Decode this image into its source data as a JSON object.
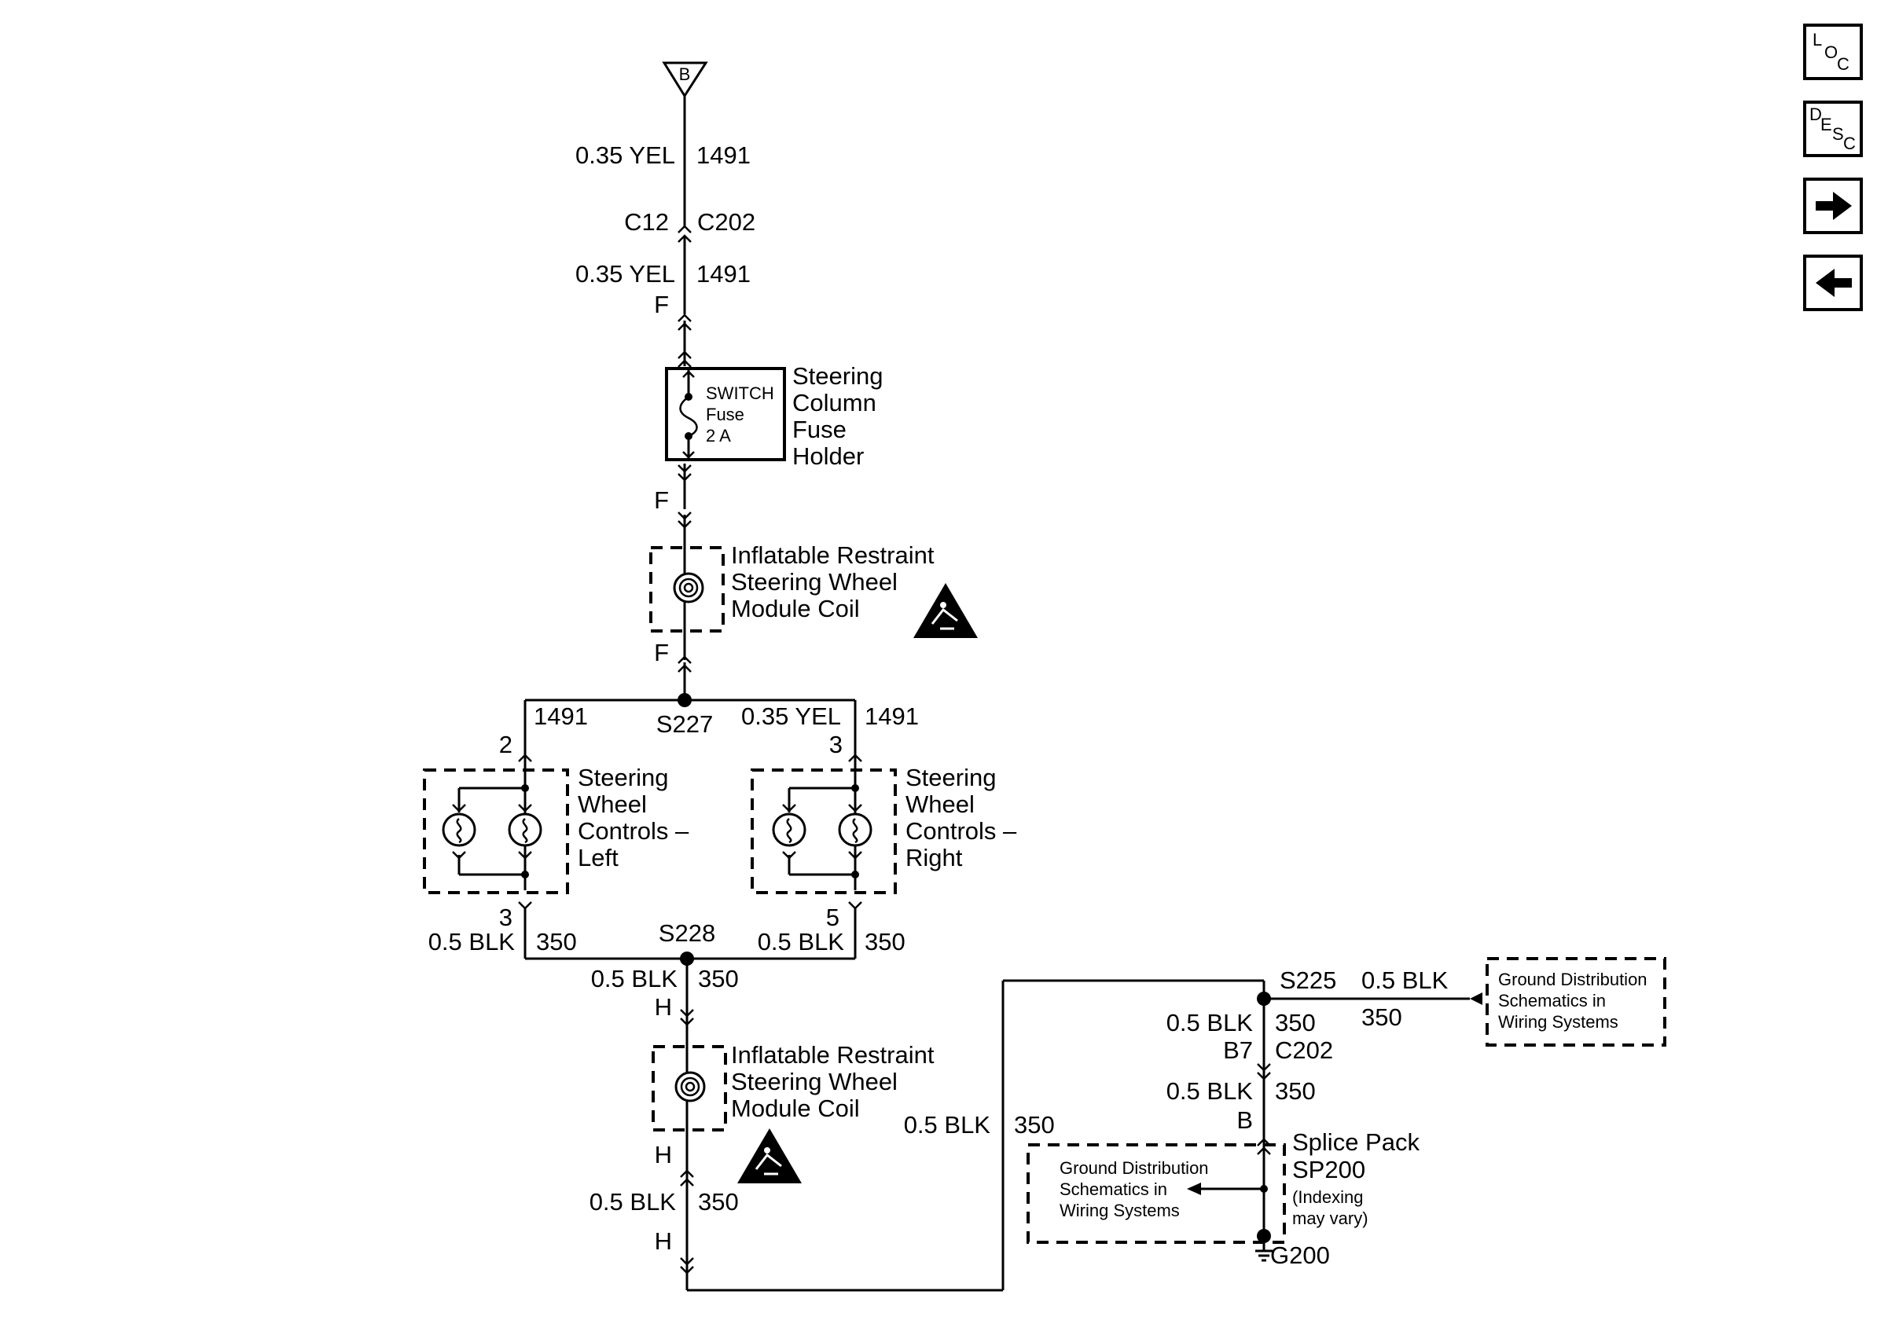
{
  "nav": {
    "loc": [
      "L",
      "O",
      "C"
    ],
    "desc": [
      "D",
      "E",
      "S",
      "C"
    ]
  },
  "top_connector": {
    "label": "B"
  },
  "wires": {
    "yel_1491_a": {
      "gauge": "0.35 YEL",
      "circuit": "1491"
    },
    "yel_1491_b": {
      "gauge": "0.35 YEL",
      "circuit": "1491"
    },
    "left_branch_circuit": "1491",
    "right_branch": {
      "gauge": "0.35 YEL",
      "circuit": "1491"
    },
    "left_out": {
      "gauge": "0.5 BLK",
      "circuit": "350"
    },
    "right_out": {
      "gauge": "0.5 BLK",
      "circuit": "350"
    },
    "below_s228": {
      "gauge": "0.5 BLK",
      "circuit": "350"
    },
    "lower_coil_out": {
      "gauge": "0.5 BLK",
      "circuit": "350"
    },
    "ground_return": {
      "gauge": "0.5 BLK",
      "circuit": "350"
    },
    "s225_right": {
      "gauge": "0.5 BLK",
      "circuit": "350"
    },
    "s225_down": {
      "gauge": "0.5 BLK",
      "circuit": "350"
    },
    "c202_down": {
      "gauge": "0.5 BLK",
      "circuit": "350"
    }
  },
  "connectors": {
    "c12": "C12",
    "c202": "C202",
    "f1": "F",
    "f2": "F",
    "f3": "F",
    "left_in": "2",
    "right_in": "3",
    "left_out": "3",
    "right_out": "5",
    "h1": "H",
    "h2": "H",
    "h3": "H",
    "b7": "B7",
    "c202_b": "C202",
    "b": "B"
  },
  "splices": {
    "s227": "S227",
    "s228": "S228",
    "s225": "S225"
  },
  "fuse_holder": {
    "fuse_text": [
      "SWITCH",
      "Fuse",
      "2 A"
    ],
    "name": [
      "Steering",
      "Column",
      "Fuse",
      "Holder"
    ]
  },
  "upper_coil": {
    "name": [
      "Inflatable Restraint",
      "Steering Wheel",
      "Module Coil"
    ]
  },
  "lower_coil": {
    "name": [
      "Inflatable Restraint",
      "Steering Wheel",
      "Module Coil"
    ]
  },
  "controls_left": {
    "name": [
      "Steering",
      "Wheel",
      "Controls –",
      "Left"
    ]
  },
  "controls_right": {
    "name": [
      "Steering",
      "Wheel",
      "Controls –",
      "Right"
    ]
  },
  "ground_ref_right": {
    "text": [
      "Ground Distribution",
      "Schematics in",
      "Wiring Systems"
    ]
  },
  "ground_ref_left": {
    "text": [
      "Ground Distribution",
      "Schematics in",
      "Wiring Systems"
    ]
  },
  "splice_pack": {
    "name": [
      "Splice Pack",
      "SP200"
    ],
    "note": [
      "(Indexing",
      "may vary)"
    ]
  },
  "ground": {
    "label": "G200"
  }
}
